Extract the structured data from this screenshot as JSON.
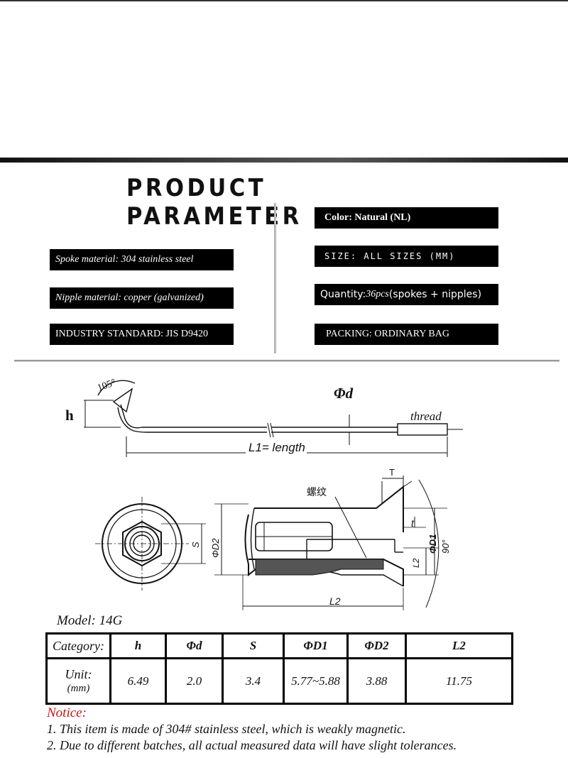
{
  "header": {
    "title": "PRODUCT PARAMETER"
  },
  "params": {
    "spoke_material": "Spoke material: 304 stainless steel",
    "nipple_material": "Nipple material: copper (galvanized)",
    "industry_standard": "INDUSTRY STANDARD: JIS D9420",
    "color": "Color: Natural (NL)",
    "size": "SIZE: ALL SIZES (MM)",
    "quantity_prefix": "Quantity:",
    "quantity_value": "36pcs",
    "quantity_suffix": " (spokes + nipples)",
    "packing": "PACKING: ORDINARY BAG"
  },
  "drawing": {
    "angle_label": "105°",
    "h_label": "h",
    "d_label": "Φd",
    "thread_label": "thread",
    "length_label": "L1= length",
    "thread_cn_label": "螺纹",
    "T_label": "T",
    "t_label": "t",
    "S_label": "S",
    "D2_label": "ΦD2",
    "D1_label": "ΦD1",
    "L2_side_label": "L2",
    "L2_label": "L2",
    "angle90_label": "90°"
  },
  "model": {
    "label": "Model: 14G"
  },
  "table": {
    "headers": [
      "Category:",
      "h",
      "Φd",
      "S",
      "ΦD1",
      "ΦD2",
      "L2"
    ],
    "unit_label": "Unit:",
    "unit_sub": "(mm)",
    "values": [
      "6.49",
      "2.0",
      "3.4",
      "5.77~5.88",
      "3.88",
      "11.75"
    ]
  },
  "notice": {
    "title": "Notice:",
    "lines": [
      "1. This item is made of 304# stainless steel, which is weakly magnetic.",
      "2. Due to different batches, all actual measured data will have slight tolerances."
    ]
  }
}
